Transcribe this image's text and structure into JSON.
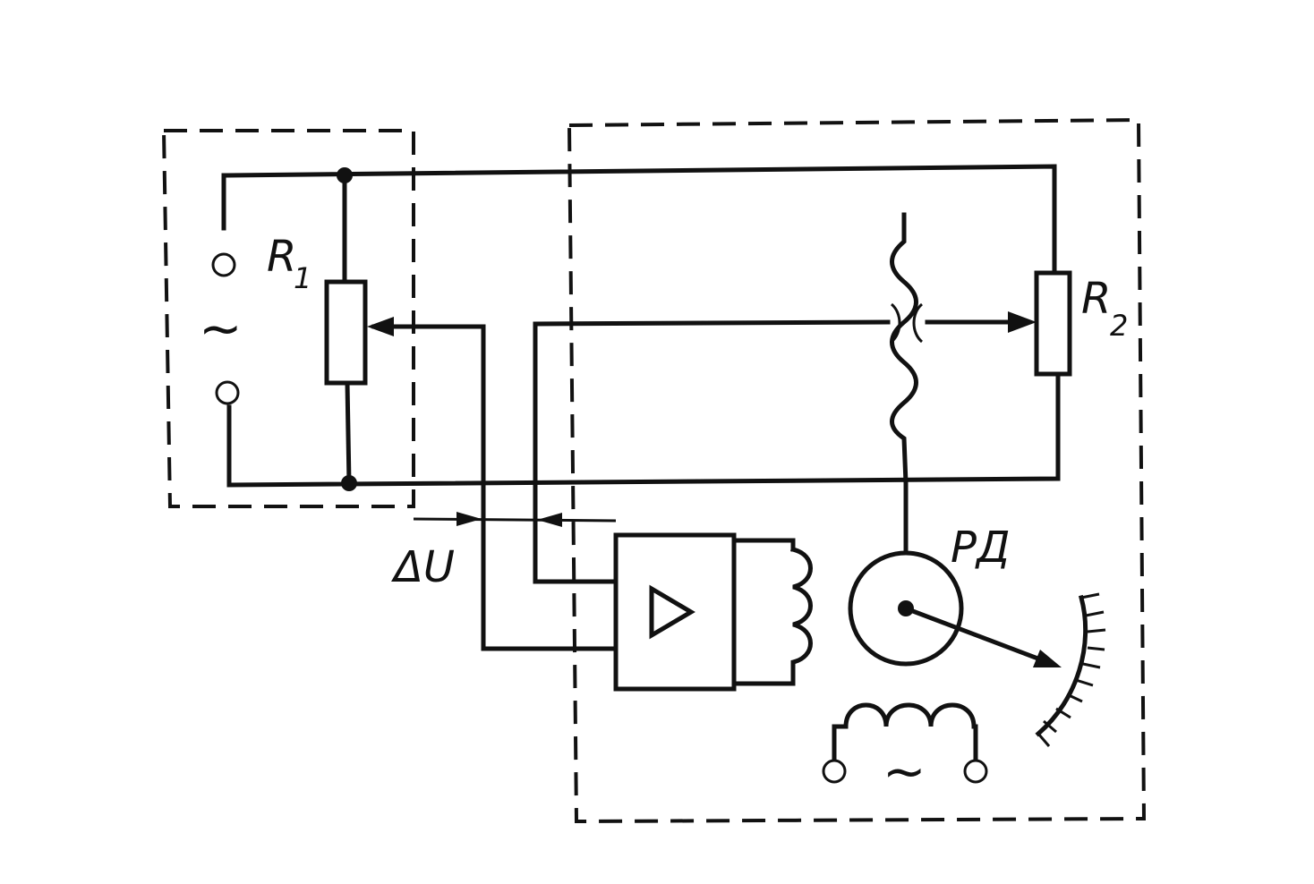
{
  "labels": {
    "r1": "R",
    "r1_sub": "1",
    "r2": "R",
    "r2_sub": "2",
    "delta_u": "ΔU",
    "rd": "РД",
    "ac_left": "~",
    "ac_bottom": "~"
  },
  "icons": {
    "resistor": "resistor-icon",
    "amplifier": "amplifier-triangle-icon",
    "motor": "motor-circle-icon",
    "coil": "coil-icon",
    "scale": "scale-icon",
    "terminal": "terminal-icon"
  }
}
